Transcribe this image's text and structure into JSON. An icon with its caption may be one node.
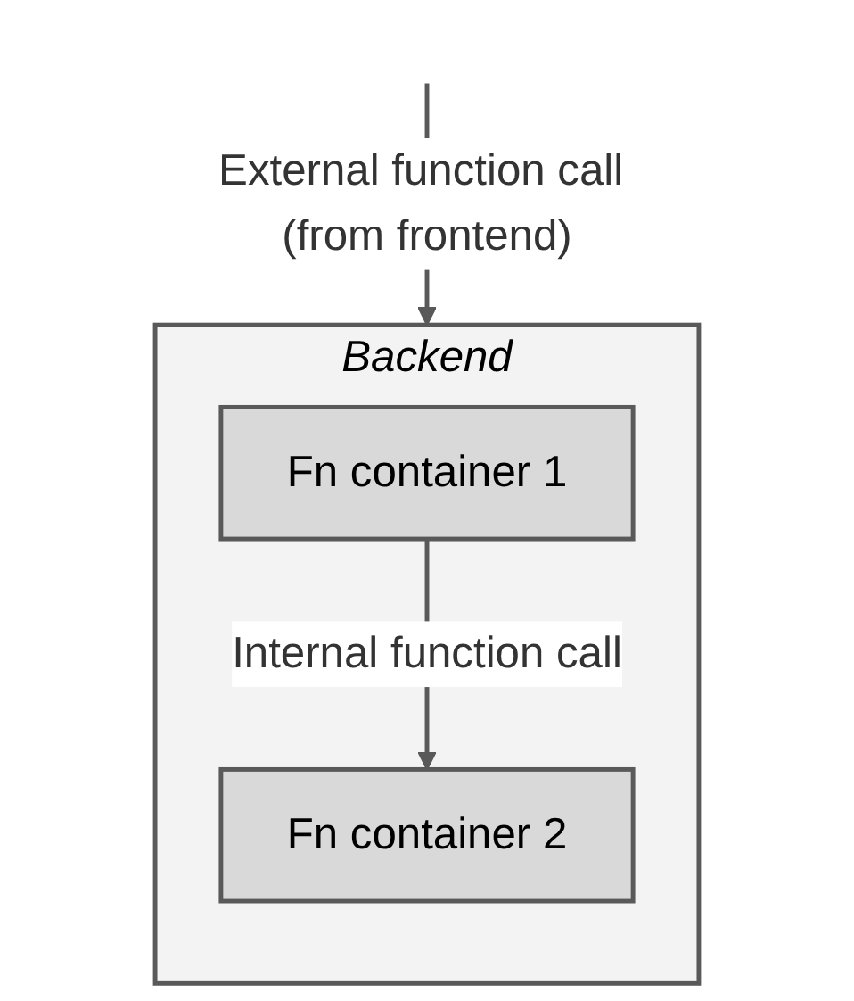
{
  "diagram": {
    "nodes": [
      {
        "text": [
          "Backend"
        ]
      },
      {
        "text": [
          "Fn container 1"
        ],
        "in": 0
      },
      {
        "text": [
          "Fn container 2"
        ],
        "in": 0
      }
    ],
    "edges": [
      {
        "from": null,
        "to": 0,
        "arrow": "to",
        "label": "External function call (from frontend)"
      },
      {
        "from": 1,
        "to": 2,
        "arrow": "to",
        "label": "Internal function call"
      }
    ]
  }
}
